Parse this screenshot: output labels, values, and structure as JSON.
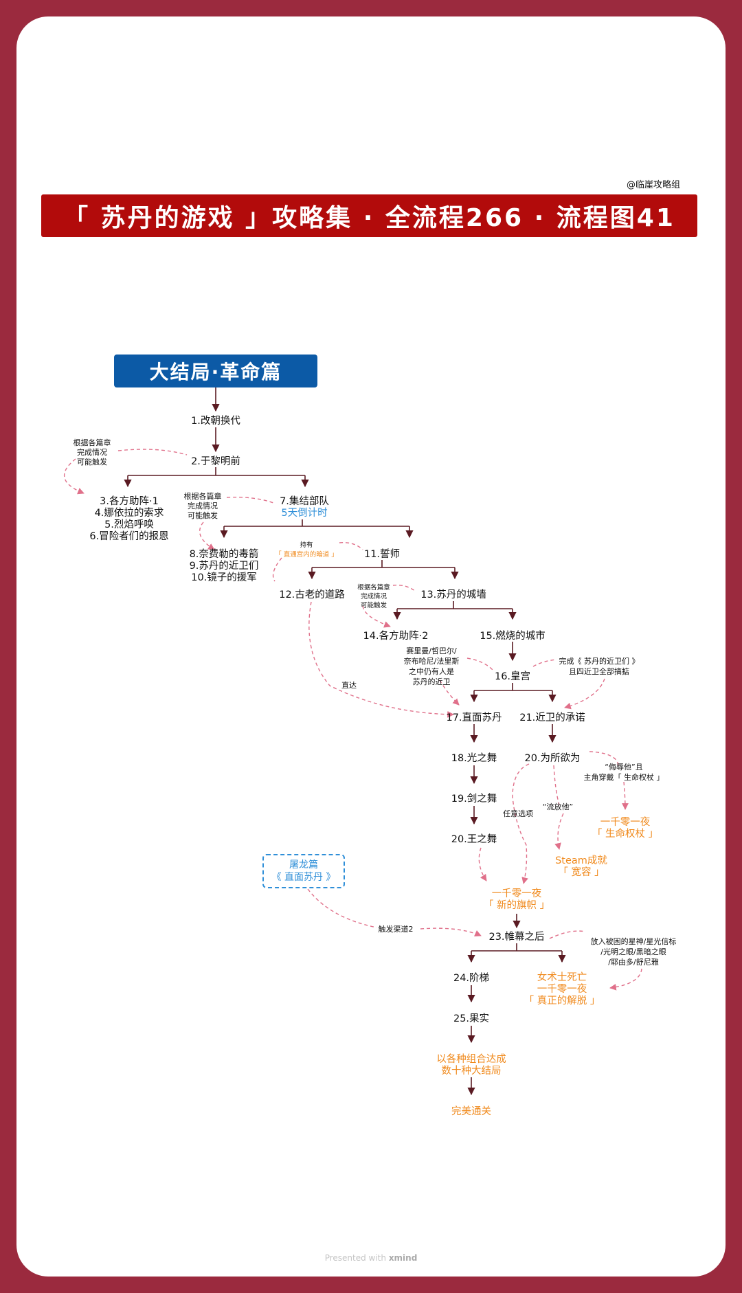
{
  "credit": "@临崖攻略组",
  "title": "「 苏丹的游戏 」攻略集 · 全流程266 · 流程图41",
  "section_title": "大结局·革命篇",
  "nodes": {
    "n1": "1.改朝换代",
    "n2": "2.于黎明前",
    "n3": "3.各方助阵·1",
    "n4": "4.娜依拉的索求",
    "n5": "5.烈焰呼唤",
    "n6": "6.冒险者们的报恩",
    "n7": "7.集结部队",
    "n7_timer": "5天倒计时",
    "n8": "8.奈费勒的毒箭",
    "n9": "9.苏丹的近卫们",
    "n10": "10.镜子的援军",
    "n11": "11.誓师",
    "n12": "12.古老的道路",
    "n13": "13.苏丹的城墙",
    "n14": "14.各方助阵·2",
    "n15": "15.燃烧的城市",
    "n16": "16.皇宫",
    "n17": "17.直面苏丹",
    "n21": "21.近卫的承诺",
    "n18": "18.光之舞",
    "n20a": "20.为所欲为",
    "n19": "19.剑之舞",
    "n20b": "20.王之舞",
    "n23": "23.帷幕之后",
    "n24": "24.阶梯",
    "n25": "25.果实"
  },
  "endings": {
    "scepter_l1": "一千零一夜",
    "scepter_l2": "「 生命权杖 」",
    "steam_l1": "Steam成就",
    "steam_l2": "「 宽容 」",
    "banner_l1": "一千零一夜",
    "banner_l2": "「 新的旗帜 」",
    "relief_l1": "女术士死亡",
    "relief_l2": "一千零一夜",
    "relief_l3": "「 真正的解脱 」",
    "combo_l1": "以各种组合达成",
    "combo_l2": "数十种大结局",
    "perfect": "完美通关"
  },
  "notes": {
    "chapter_l1": "根据各篇章",
    "chapter_l2": "完成情况",
    "chapter_l3": "可能触发",
    "hold_l1": "持有",
    "hold_l2": "「 直通宫内的暗道 」",
    "direct": "直达",
    "names_l1": "赛里曼/哲巴尔/",
    "names_l2": "奈布哈尼/法里斯",
    "names_l3": "之中仍有人是",
    "names_l4": "苏丹的近卫",
    "guards_l1": "完成《 苏丹的近卫们 》",
    "guards_l2": "且四近卫全部搞掂",
    "insult_l1": "“侮辱他”且",
    "insult_l2": "主角穿戴「 生命权杖 」",
    "release": "“流放他”",
    "any": "任意选项",
    "trigger2": "触发渠道2",
    "items_l1": "放入被困的星神/星光信标",
    "items_l2": "/光明之眼/黑暗之眼",
    "items_l3": "/耶由多/舒尼雅"
  },
  "dragon": {
    "line1": "屠龙篇",
    "line2": "《 直面苏丹 》"
  },
  "footer": {
    "prefix": "Presented with",
    "brand": "xmind"
  },
  "colors": {
    "background": "#9b2a3e",
    "title_banner": "#b20b0b",
    "section_banner": "#0c5aa6",
    "ending_orange": "#f08a1d",
    "link_blue": "#2f8fd8",
    "dashed_pink": "#e0708a",
    "solid_line": "#5a1a22"
  }
}
